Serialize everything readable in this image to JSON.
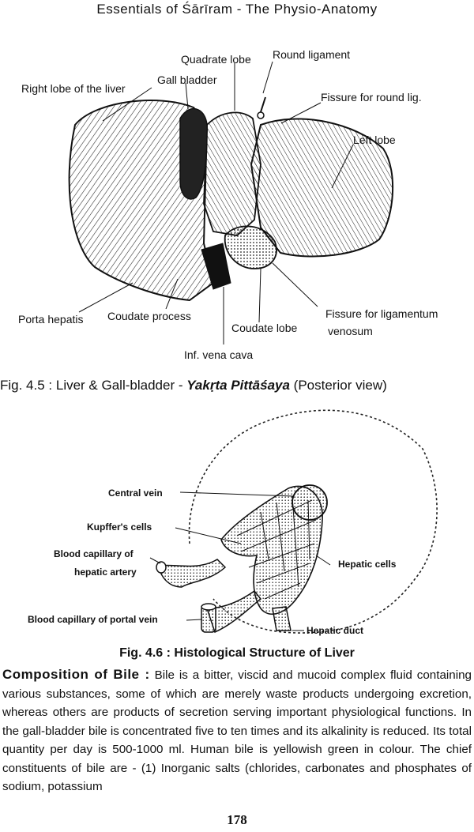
{
  "header": {
    "title": "Essentials of Śārīram - The Physio-Anatomy"
  },
  "figure1": {
    "labels": {
      "quadrate_lobe": "Quadrate lobe",
      "round_ligament": "Round ligament",
      "right_lobe": "Right lobe of the liver",
      "gall_bladder": "Gall bladder",
      "fissure_round": "Fissure for round lig.",
      "left_lobe": "Left lobe",
      "porta_hepatis": "Porta hepatis",
      "caudate_process": "Coudate process",
      "caudate_lobe": "Coudate lobe",
      "fissure_venosum_1": "Fissure for ligamentum",
      "fissure_venosum_2": "venosum",
      "ivc": "Inf. vena cava"
    },
    "caption": {
      "prefix": "Fig. 4.5 : Liver & Gall-bladder - ",
      "sanskrit": "Yakṛta Pittāśaya",
      "suffix": " (Posterior view)"
    }
  },
  "figure2": {
    "labels": {
      "central_vein": "Central vein",
      "kupffer": "Kupffer's cells",
      "blood_cap_hepatic_1": "Blood capillary of",
      "blood_cap_hepatic_2": "hepatic artery",
      "hepatic_cells": "Hepatic cells",
      "blood_cap_portal": "Blood capillary of portal vein",
      "hepatic_duct": "Hepatic duct"
    },
    "caption": "Fig. 4.6 : Histological Structure of Liver"
  },
  "body": {
    "heading": "Composition of Bile :",
    "text": " Bile is a bitter, viscid and mucoid complex fluid containing various substances, some of which are merely waste products undergoing excretion, whereas others are products of secretion serving important physiological functions. In the gall-bladder bile is concentrated five to ten times and its alkalinity is reduced. Its total quantity per day is 500-1000 ml. Human bile is yellowish green in colour. The chief constituents of bile are - (1) Inorganic salts (chlorides, carbonates and phosphates of sodium, potassium"
  },
  "page_number": "178"
}
